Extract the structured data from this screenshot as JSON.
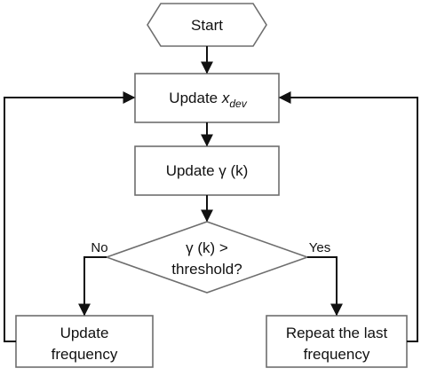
{
  "nodes": {
    "start": {
      "label": "Start"
    },
    "update_xdev": {
      "label_main": "Update ",
      "label_var": "x",
      "label_sub": "dev"
    },
    "update_gamma": {
      "label": "Update γ (k)"
    },
    "decision": {
      "line1": "γ (k) >",
      "line2": "threshold?"
    },
    "update_frequency": {
      "line1": "Update",
      "line2": "frequency"
    },
    "repeat_last": {
      "line1": "Repeat the last",
      "line2": "frequency"
    }
  },
  "edges": {
    "no_label": "No",
    "yes_label": "Yes"
  },
  "colors": {
    "shape_stroke": "#6e6e6e",
    "connector": "#111111",
    "text": "#111111",
    "background": "#ffffff"
  }
}
